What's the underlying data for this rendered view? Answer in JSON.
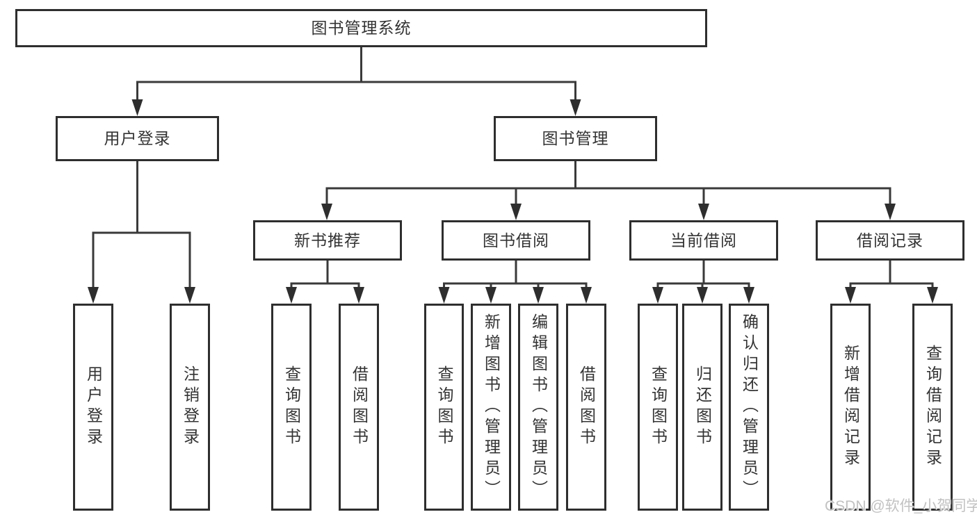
{
  "diagram": {
    "root": {
      "label": "图书管理系统"
    },
    "branches": [
      {
        "label": "用户登录",
        "children": [
          {
            "label": "用户登录"
          },
          {
            "label": "注销登录"
          }
        ]
      },
      {
        "label": "图书管理",
        "children": [
          {
            "label": "新书推荐",
            "children": [
              {
                "label": "查询图书"
              },
              {
                "label": "借阅图书"
              }
            ]
          },
          {
            "label": "图书借阅",
            "children": [
              {
                "label": "查询图书"
              },
              {
                "label": "新增图书（管理员）"
              },
              {
                "label": "编辑图书（管理员）"
              },
              {
                "label": "借阅图书"
              }
            ]
          },
          {
            "label": "当前借阅",
            "children": [
              {
                "label": "查询图书"
              },
              {
                "label": "归还图书"
              },
              {
                "label": "确认归还（管理员）"
              }
            ]
          },
          {
            "label": "借阅记录",
            "children": [
              {
                "label": "新增借阅记录"
              },
              {
                "label": "查询借阅记录"
              }
            ]
          }
        ]
      }
    ],
    "watermark": "CSDN @软件_小贺同学"
  },
  "colors": {
    "line": "#3a3a3a",
    "box_border": "#2e2e2e",
    "text": "#333333",
    "watermark": "#c2c2c2",
    "background": "#ffffff"
  }
}
